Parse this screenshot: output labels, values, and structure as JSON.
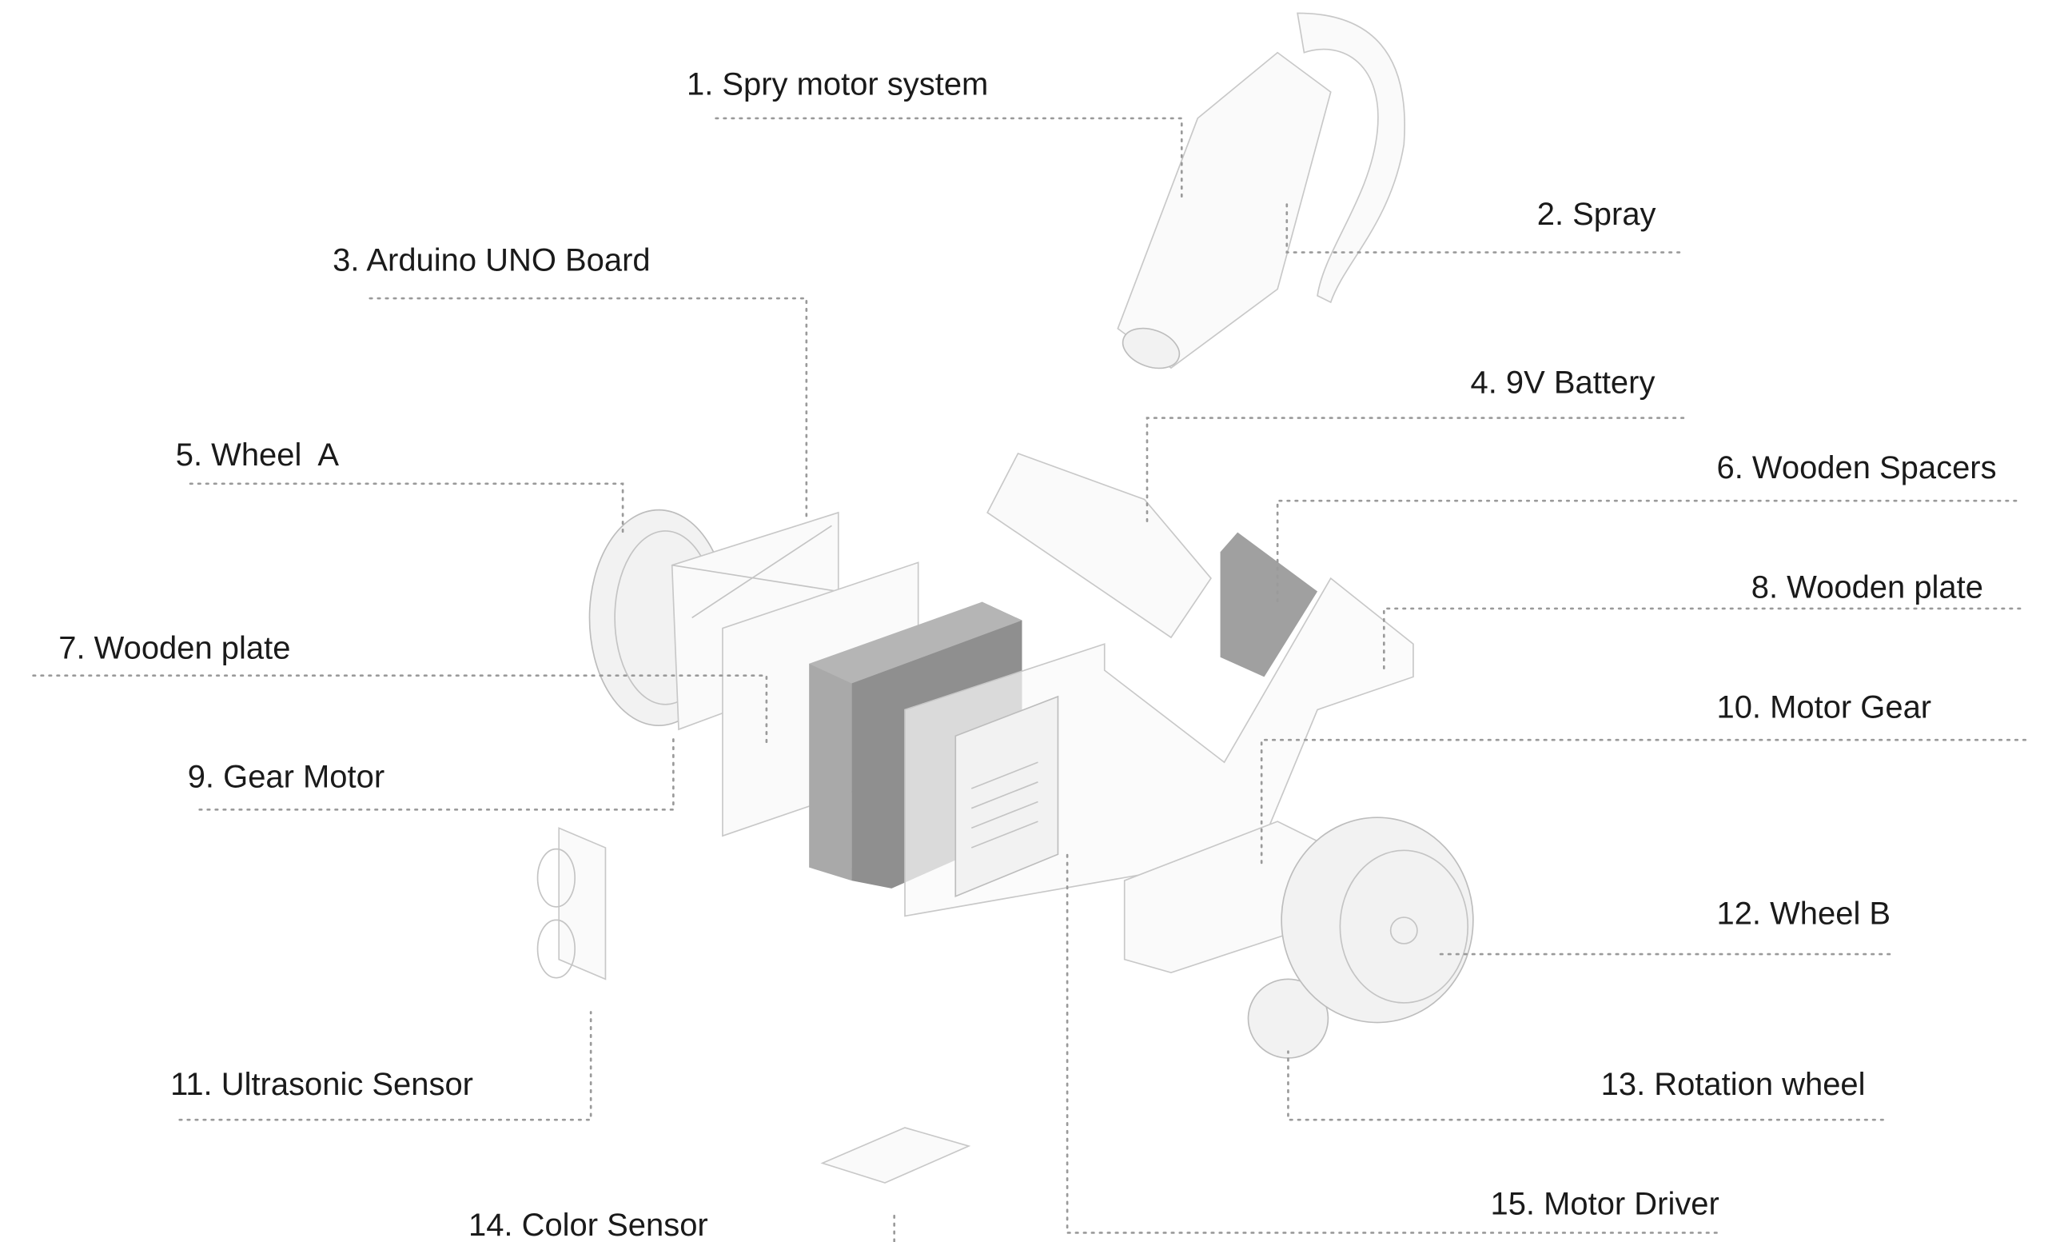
{
  "labels": [
    {
      "id": "spry-motor-system",
      "text": "1. Spry motor system"
    },
    {
      "id": "spray",
      "text": "2. Spray"
    },
    {
      "id": "arduino-uno-board",
      "text": "3. Arduino UNO Board"
    },
    {
      "id": "9v-battery",
      "text": "4. 9V Battery"
    },
    {
      "id": "wheel-a",
      "text": "5. Wheel  A"
    },
    {
      "id": "wooden-spacers",
      "text": "6. Wooden Spacers"
    },
    {
      "id": "wooden-plate-7",
      "text": "7. Wooden plate"
    },
    {
      "id": "wooden-plate-8",
      "text": "8. Wooden plate"
    },
    {
      "id": "gear-motor",
      "text": "9. Gear Motor"
    },
    {
      "id": "motor-gear",
      "text": "10. Motor Gear"
    },
    {
      "id": "ultrasonic-sensor",
      "text": "11. Ultrasonic Sensor"
    },
    {
      "id": "wheel-b",
      "text": "12. Wheel B"
    },
    {
      "id": "rotation-wheel",
      "text": "13. Rotation wheel"
    },
    {
      "id": "color-sensor",
      "text": "14. Color Sensor"
    },
    {
      "id": "motor-driver",
      "text": "15. Motor Driver"
    }
  ],
  "colors": {
    "battery_front": "#a9a9a9",
    "battery_side": "#8f8f8f",
    "spacer": "#a0a0a0",
    "leader": "#9a9a9a"
  }
}
